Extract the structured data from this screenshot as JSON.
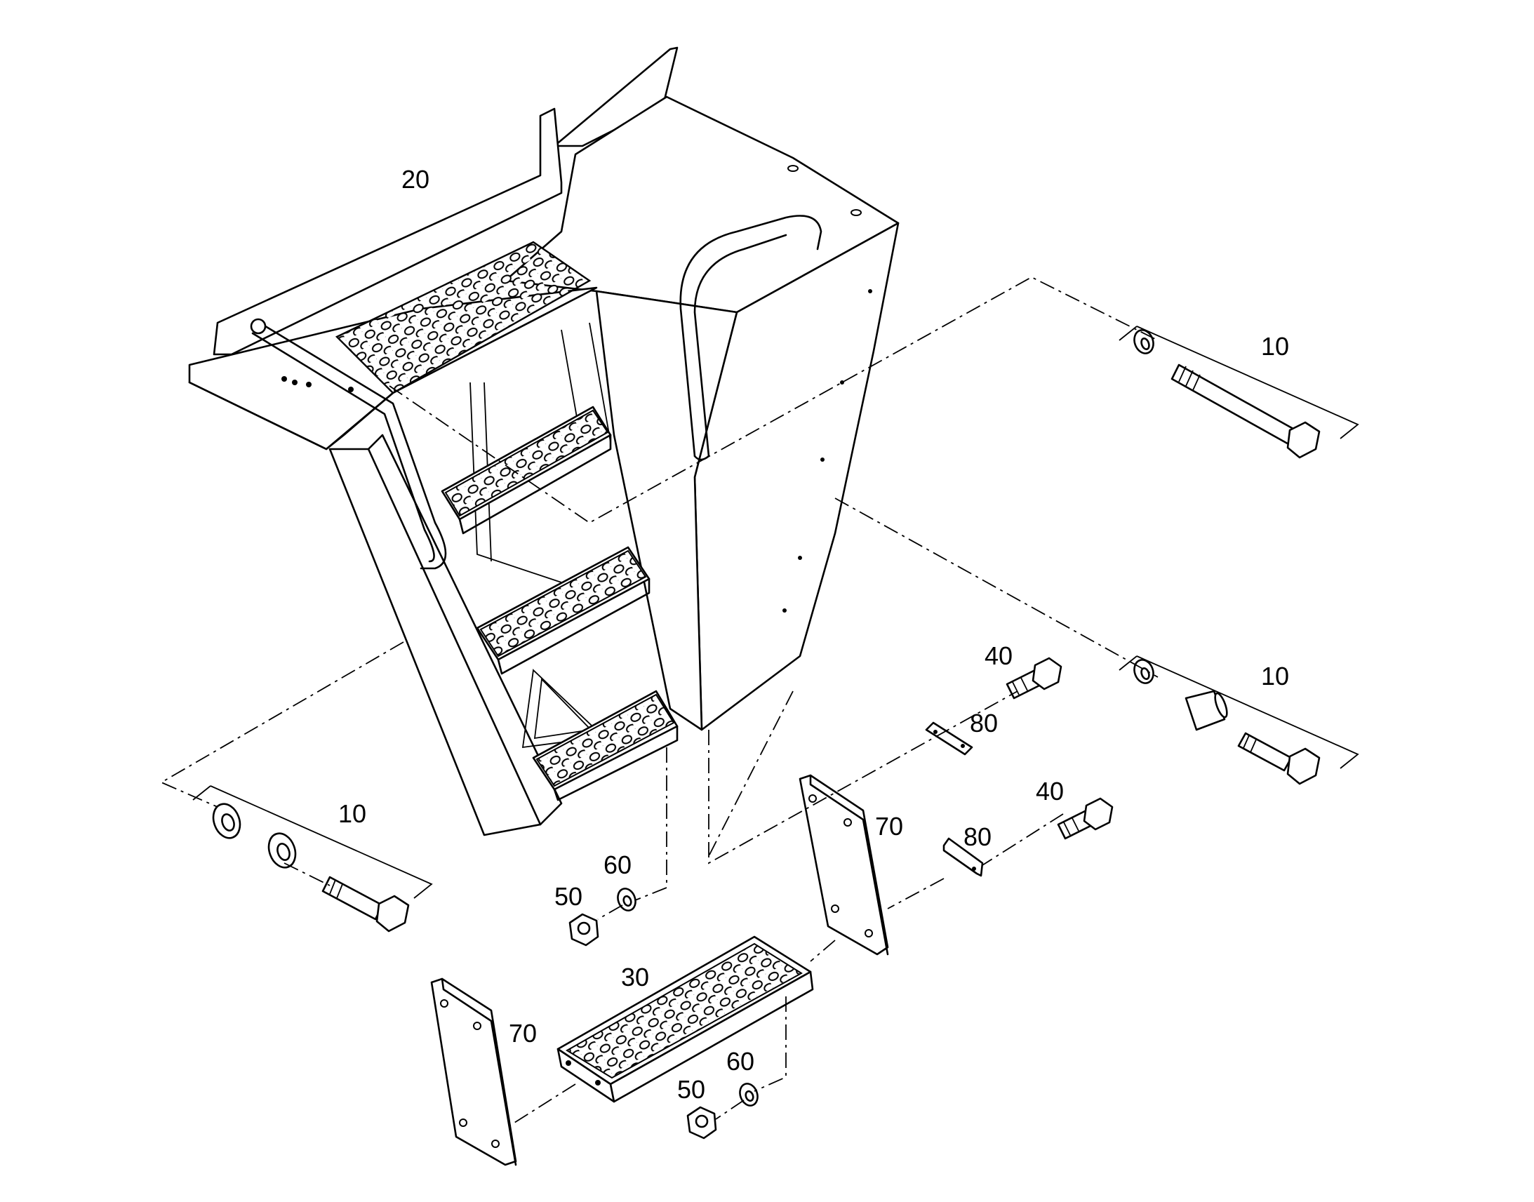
{
  "callouts": {
    "c10_top": "10",
    "c10_mid": "10",
    "c10_left": "10",
    "c20": "20",
    "c30": "30",
    "c40_top": "40",
    "c40_bottom": "40",
    "c50_upper": "50",
    "c50_lower": "50",
    "c60_upper": "60",
    "c60_lower": "60",
    "c70_right": "70",
    "c70_left": "70",
    "c80_top": "80",
    "c80_bottom": "80"
  }
}
